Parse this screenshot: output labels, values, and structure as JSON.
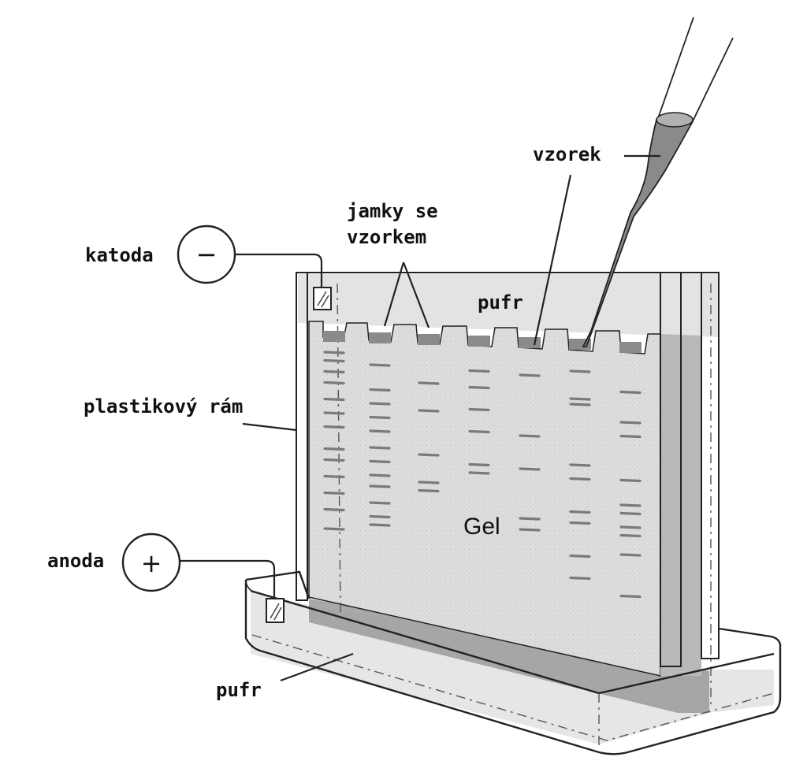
{
  "labels": {
    "katoda": "katoda",
    "anoda": "anoda",
    "plastikovy_ram": "plastikový rám",
    "pufr_top": "pufr",
    "pufr_bottom": "pufr",
    "jamky_line1": "jamky se",
    "jamky_line2": "vzorkem",
    "vzorek": "vzorek",
    "gel": "Gel"
  },
  "symbols": {
    "cathode": "−",
    "anode": "+"
  },
  "colors": {
    "line": "#222222",
    "gel": "#dcdcdc",
    "buffer_light": "#e6e6e6",
    "buffer_dark": "#9a9a9a",
    "band": "#7a7a7a",
    "sample": "#8a8a8a"
  },
  "lanes": [
    {
      "bands": [
        0.02,
        0.05,
        0.09,
        0.13,
        0.19,
        0.24,
        0.29,
        0.37,
        0.41,
        0.47,
        0.53,
        0.59,
        0.66
      ]
    },
    {
      "bands": [
        0.06,
        0.15,
        0.2,
        0.25,
        0.3,
        0.36,
        0.41,
        0.46,
        0.5,
        0.56,
        0.61,
        0.64
      ]
    },
    {
      "bands": [
        0.12,
        0.22,
        0.38,
        0.48,
        0.51
      ]
    },
    {
      "bands": [
        0.07,
        0.13,
        0.21,
        0.29,
        0.41,
        0.44
      ]
    },
    {
      "bands": [
        0.08,
        0.3,
        0.42,
        0.6,
        0.64
      ]
    },
    {
      "bands": [
        0.06,
        0.16,
        0.18,
        0.4,
        0.45,
        0.57,
        0.61,
        0.73,
        0.81
      ]
    },
    {
      "bands": [
        0.13,
        0.24,
        0.29,
        0.45,
        0.54,
        0.57,
        0.62,
        0.65,
        0.72,
        0.87
      ]
    }
  ]
}
